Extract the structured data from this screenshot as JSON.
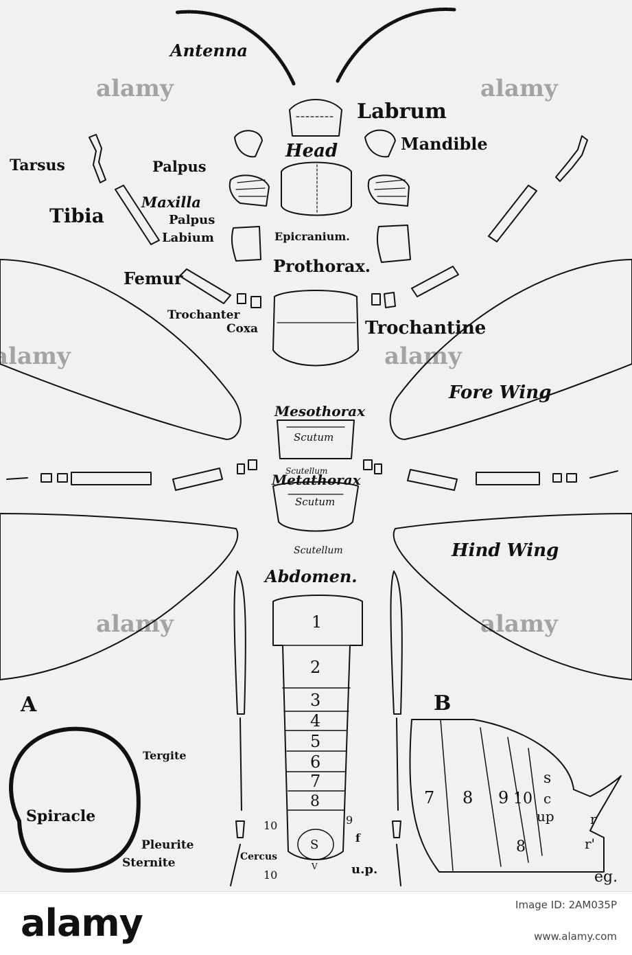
{
  "labels": {
    "antenna": "Antenna",
    "labrum": "Labrum",
    "head": "Head",
    "mandible": "Mandible",
    "tarsus": "Tarsus",
    "palpus_upper": "Palpus",
    "maxilla": "Maxilla",
    "tibia": "Tibia",
    "palpus_lower": "Palpus",
    "labium": "Labium",
    "epicranium": "Epicranium.",
    "prothorax": "Prothorax.",
    "femur": "Femur",
    "trochanter": "Trochanter",
    "coxa": "Coxa",
    "trochantine": "Trochantine",
    "fore_wing": "Fore Wing",
    "mesothorax": "Mesothorax",
    "scutum_meso": "Scutum",
    "scutellum_meso": "Scutellum",
    "metathorax": "Metathorax",
    "scutum_meta": "Scutum",
    "scutellum_meta": "Scutellum",
    "hind_wing": "Hind Wing",
    "abdomen": "Abdomen.",
    "cercus": "Cercus",
    "up_label": "u.p.",
    "f_label": "f",
    "s_label": "S",
    "v_label": "V",
    "ten_upper": "10",
    "ten_lower": "10",
    "nine_label": "9"
  },
  "segments": [
    "1",
    "2",
    "3",
    "4",
    "5",
    "6",
    "7",
    "8"
  ],
  "panel_a": {
    "letter": "A",
    "tergite": "Tergite",
    "spiracle": "Spiracle",
    "pleurite": "Pleurite",
    "sternite": "Sternite"
  },
  "panel_b": {
    "letter": "B",
    "seg7": "7",
    "seg8": "8",
    "seg9": "9",
    "seg10": "10",
    "seg8_lower": "8",
    "s": "s",
    "c": "c",
    "up": "up",
    "r": "r",
    "r_prime": "r'",
    "eg": "eg."
  },
  "footer": {
    "logo": "alamy",
    "stock_id": "Image ID: 2AM035P",
    "url": "www.alamy.com"
  },
  "watermark": "alamy",
  "colors": {
    "ink": "#111111",
    "paper": "#f1f1ef",
    "watermark": "#ffffff"
  }
}
